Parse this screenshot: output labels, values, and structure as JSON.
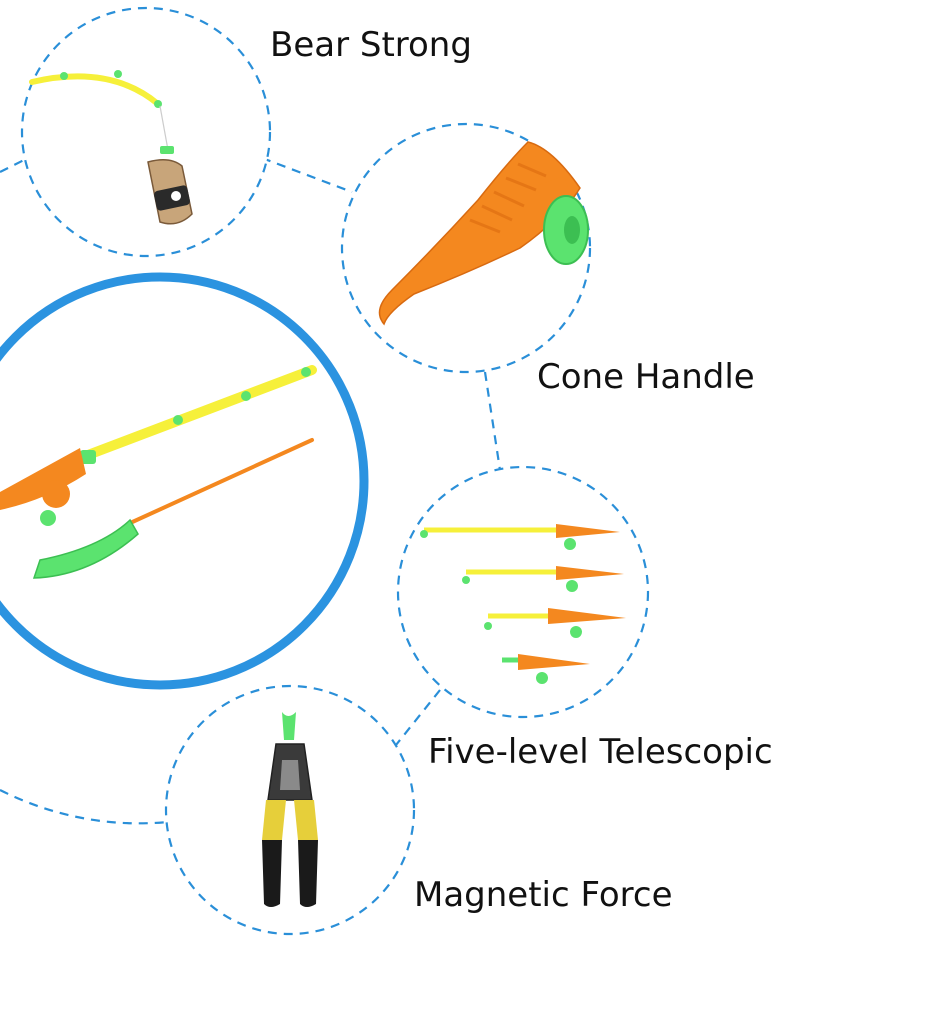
{
  "features": {
    "bear_strong": "Bear Strong",
    "cone_handle": "Cone Handle",
    "five_level_telescopic": "Five-level Telescopic",
    "magnetic_force": "Magnetic Force"
  },
  "colors": {
    "dashed_connector": "#2a8fd8",
    "main_circle": "#2b93e0",
    "rod_yellow": "#f6f03a",
    "rod_orange": "#f4881f",
    "rod_green": "#5be36f"
  },
  "icons": {
    "bear_strong": "fishing-rod-lifting-bottle-icon",
    "cone_handle": "orange-cone-handle-with-green-reel-icon",
    "main": "fishing-rod-and-telescopic-rod-icon",
    "five_level_telescopic": "four-telescopic-rods-stacked-icon",
    "magnetic_force": "magnetic-pliers-icon"
  }
}
